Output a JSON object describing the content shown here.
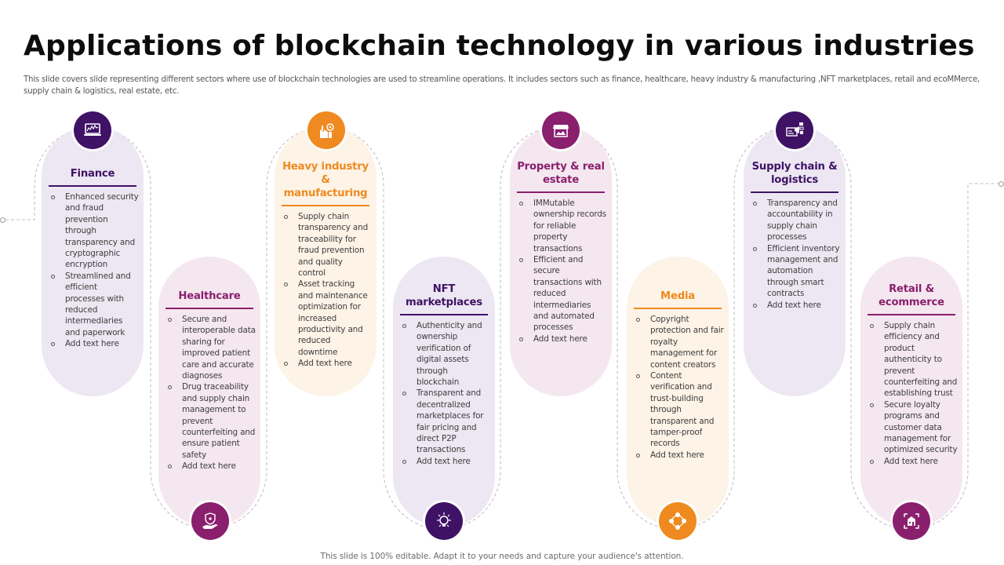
{
  "slide": {
    "title": "Applications of blockchain technology in various industries",
    "subtitle": "This slide covers slide representing different sectors where use of blockchain technologies are used to streamline operations. It includes sectors such as finance, healthcare, heavy industry & manufacturing ,NFT marketplaces, retail and ecoMMerce, supply chain & logistics, real estate, etc.",
    "footer": "This slide is 100% editable. Adapt it to your needs and capture your audience's attention."
  },
  "colors": {
    "purple_dark": "#3f1266",
    "plum": "#8a1f6e",
    "orange": "#ee8a1f",
    "purple_pill_bg": "#ece6f2",
    "plum_pill_bg": "#f4e7ef",
    "orange_pill_bg": "#fdf4e8",
    "dashed_line": "#b9b9b9"
  },
  "cards": [
    {
      "title": "Finance",
      "icon": "laptop-chart-icon",
      "position": "top",
      "bullets": [
        "Enhanced security and fraud prevention through transparency and cryptographic encryption",
        "Streamlined and efficient processes with reduced intermediaries and paperwork",
        "Add text here"
      ]
    },
    {
      "title": "Healthcare",
      "icon": "hand-shield-heart-icon",
      "position": "bottom",
      "bullets": [
        "Secure and interoperable data sharing for improved patient care and accurate diagnoses",
        "Drug traceability and supply chain management to prevent counterfeiting and ensure patient safety",
        "Add text here"
      ]
    },
    {
      "title": "Heavy industry & manufacturing",
      "icon": "factory-gear-icon",
      "position": "top",
      "bullets": [
        "Supply chain transparency and traceability for fraud prevention and quality control",
        "Asset tracking and maintenance optimization for increased productivity and reduced downtime",
        "Add text here"
      ]
    },
    {
      "title": "NFT marketplaces",
      "icon": "lightbulb-network-icon",
      "position": "bottom",
      "bullets": [
        "Authenticity and ownership verification of digital assets through blockchain",
        "Transparent and decentralized marketplaces for fair pricing and direct P2P transactions",
        "Add text here"
      ]
    },
    {
      "title": "Property & real estate",
      "icon": "storefront-icon",
      "position": "top",
      "bullets": [
        "IMMutable ownership records for reliable property transactions",
        "Efficient and secure transactions with reduced intermediaries and automated processes",
        "Add text here"
      ]
    },
    {
      "title": "Media",
      "icon": "media-network-icon",
      "position": "bottom",
      "bullets": [
        "Copyright protection and fair royalty management for content creators",
        "Content verification and trust-building through transparent and tamper-proof records",
        "Add text here"
      ]
    },
    {
      "title": "Supply chain & logistics",
      "icon": "megaphone-card-icon",
      "position": "top",
      "bullets": [
        "Transparency and accountability in supply chain processes",
        "Efficient inventory management and automation through smart contracts",
        "Add text here"
      ]
    },
    {
      "title": "Retail & ecommerce",
      "icon": "shop-scan-icon",
      "position": "bottom",
      "bullets": [
        "Supply chain efficiency and product authenticity to prevent counterfeiting and establishing trust",
        "Secure loyalty programs and customer data management for optimized security",
        "Add text here"
      ]
    }
  ]
}
